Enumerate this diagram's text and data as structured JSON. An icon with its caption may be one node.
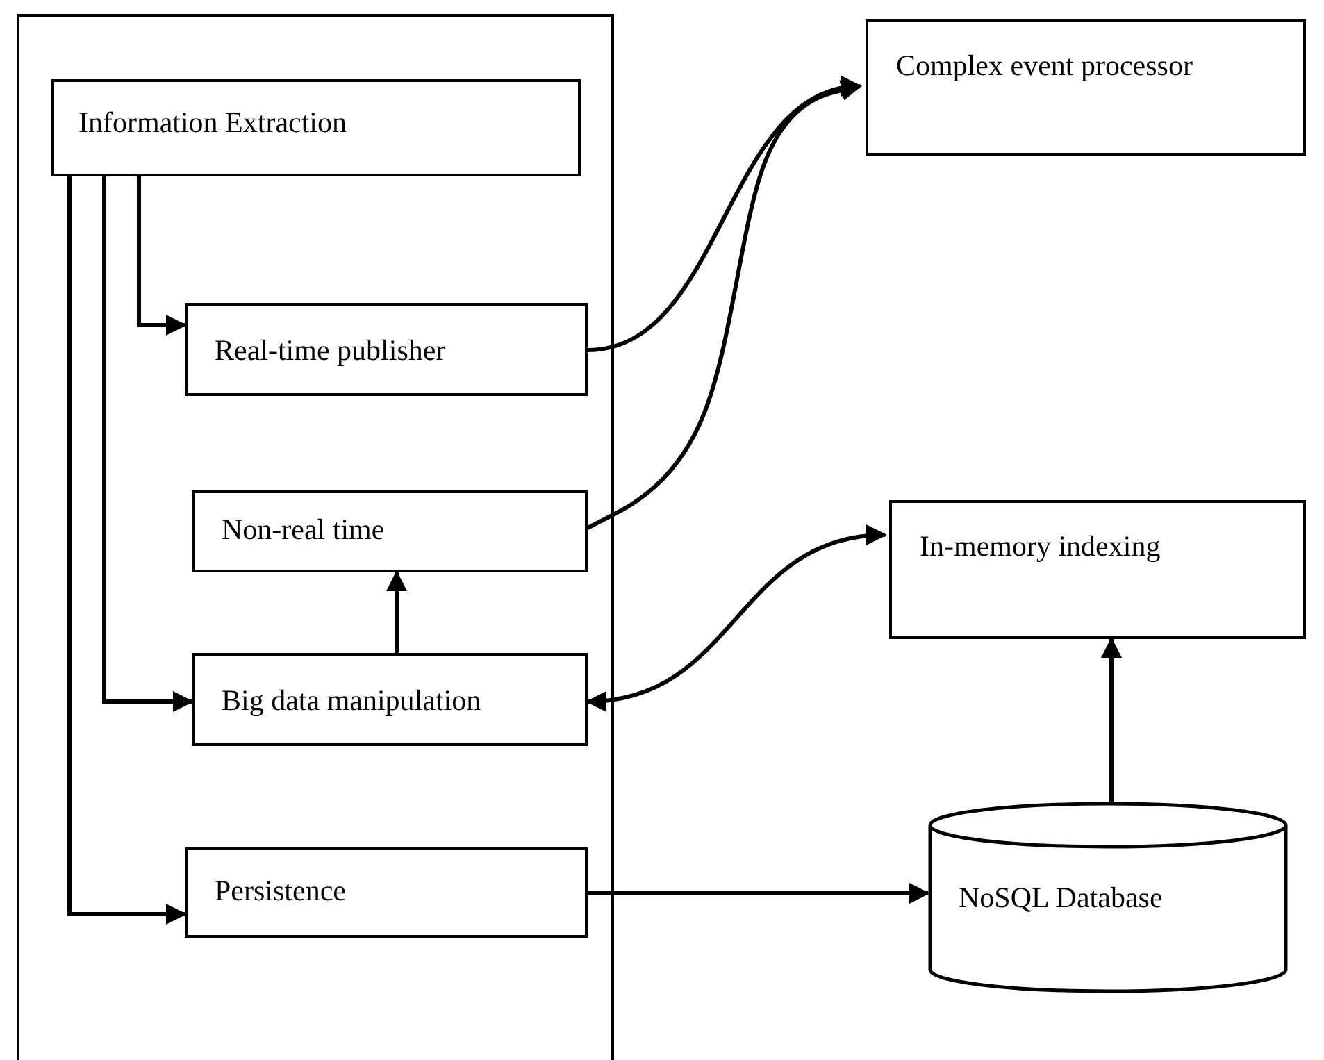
{
  "diagram": {
    "nodes": [
      {
        "text": [],
        "shape": "box"
      },
      {
        "text": [
          "Information Extraction"
        ],
        "in": 0
      },
      {
        "text": [
          "Real-time publisher"
        ],
        "in": 0
      },
      {
        "text": [
          "Non-real time"
        ],
        "in": 0
      },
      {
        "text": [
          "Big data manipulation"
        ],
        "in": 0
      },
      {
        "text": [
          "Persistence"
        ],
        "in": 0
      },
      {
        "text": [
          "Complex event processor"
        ]
      },
      {
        "text": [
          "In-memory indexing"
        ]
      },
      {
        "text": [
          "NoSQL Database"
        ]
      }
    ],
    "edges": [
      {
        "from": 1,
        "to": 2,
        "arrow": "to"
      },
      {
        "from": 1,
        "to": 4,
        "arrow": "to"
      },
      {
        "from": 1,
        "to": 5,
        "arrow": "to"
      },
      {
        "from": 4,
        "to": 3,
        "arrow": "to"
      },
      {
        "from": 2,
        "to": 6,
        "arrow": "to"
      },
      {
        "from": 3,
        "to": 6,
        "arrow": "to"
      },
      {
        "from": 4,
        "to": 7,
        "arrow": "both"
      },
      {
        "from": 5,
        "to": 8,
        "arrow": "to"
      },
      {
        "from": 8,
        "to": 7,
        "arrow": "to"
      }
    ]
  }
}
